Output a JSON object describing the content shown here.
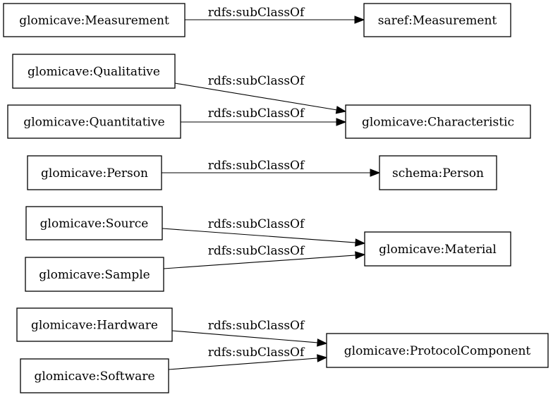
{
  "diagram": {
    "nodes": {
      "measurement": "glomicave:Measurement",
      "saref_measurement": "saref:Measurement",
      "qualitative": "glomicave:Qualitative",
      "quantitative": "glomicave:Quantitative",
      "characteristic": "glomicave:Characteristic",
      "person": "glomicave:Person",
      "schema_person": "schema:Person",
      "source": "glomicave:Source",
      "sample": "glomicave:Sample",
      "material": "glomicave:Material",
      "hardware": "glomicave:Hardware",
      "software": "glomicave:Software",
      "protocol_component": "glomicave:ProtocolComponent"
    },
    "edges": [
      {
        "from": "measurement",
        "to": "saref_measurement",
        "label": "rdfs:subClassOf"
      },
      {
        "from": "qualitative",
        "to": "characteristic",
        "label": "rdfs:subClassOf"
      },
      {
        "from": "quantitative",
        "to": "characteristic",
        "label": "rdfs:subClassOf"
      },
      {
        "from": "person",
        "to": "schema_person",
        "label": "rdfs:subClassOf"
      },
      {
        "from": "source",
        "to": "material",
        "label": "rdfs:subClassOf"
      },
      {
        "from": "sample",
        "to": "material",
        "label": "rdfs:subClassOf"
      },
      {
        "from": "hardware",
        "to": "protocol_component",
        "label": "rdfs:subClassOf"
      },
      {
        "from": "software",
        "to": "protocol_component",
        "label": "rdfs:subClassOf"
      }
    ]
  }
}
